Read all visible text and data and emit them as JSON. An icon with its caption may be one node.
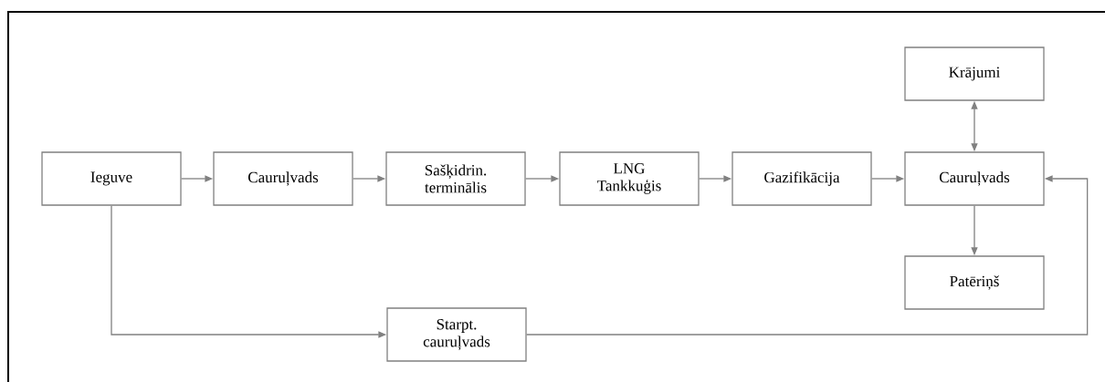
{
  "diagram": {
    "nodes": [
      {
        "text": [
          "Krājumi"
        ]
      },
      {
        "text": [
          "Ieguve"
        ]
      },
      {
        "text": [
          "Cauruļvads"
        ]
      },
      {
        "text": [
          "Sašķidrin. terminālis"
        ]
      },
      {
        "text": [
          "LNG Tankkuģis"
        ]
      },
      {
        "text": [
          "Gazifikācija"
        ]
      },
      {
        "text": [
          "Cauruļvads"
        ]
      },
      {
        "text": [
          "Patēriņš"
        ]
      },
      {
        "text": [
          "Starpt. cauruļvads"
        ]
      }
    ],
    "edges": [
      {
        "from": 1,
        "to": 2,
        "arrow": "to"
      },
      {
        "from": 2,
        "to": 3,
        "arrow": "to"
      },
      {
        "from": 3,
        "to": 4,
        "arrow": "to"
      },
      {
        "from": 4,
        "to": 5,
        "arrow": "to"
      },
      {
        "from": 5,
        "to": 6,
        "arrow": "to"
      },
      {
        "from": 6,
        "to": 0,
        "arrow": "both"
      },
      {
        "from": 6,
        "to": 7,
        "arrow": "to"
      },
      {
        "from": 1,
        "to": 8,
        "arrow": "to"
      },
      {
        "from": 8,
        "to": 6,
        "arrow": "to"
      }
    ]
  }
}
